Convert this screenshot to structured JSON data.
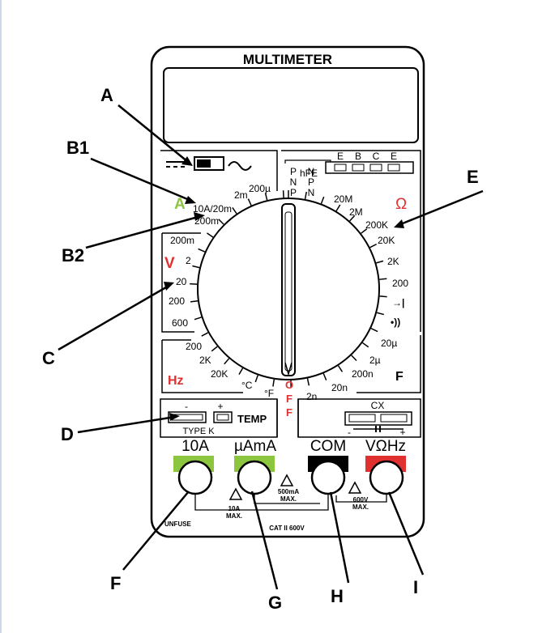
{
  "title": "MULTIMETER",
  "colors": {
    "green": "#8cc63f",
    "red": "#e03030",
    "black": "#000000",
    "body": "#ffffff"
  },
  "callouts": {
    "A": "A",
    "B1": "B1",
    "B2": "B2",
    "C": "C",
    "D": "D",
    "E": "E",
    "F_bottom": "F",
    "G": "G",
    "H": "H",
    "I": "I"
  },
  "dc_ac": {
    "dc_symbol": "—",
    "ac_symbol": "~"
  },
  "transistor": {
    "pnp": [
      "P",
      "N",
      "P"
    ],
    "npn": [
      "N",
      "P",
      "N"
    ],
    "hfe_label": "hFE",
    "pins": [
      "E",
      "B",
      "C",
      "E"
    ]
  },
  "amps": {
    "unit": "A",
    "ranges": [
      "10A/20m",
      "2m",
      "200µ",
      "200m"
    ]
  },
  "volts": {
    "unit": "V",
    "ranges": [
      "200m",
      "2",
      "20",
      "200",
      "600"
    ]
  },
  "ohms": {
    "unit": "Ω",
    "ranges": [
      "20M",
      "2M",
      "200K",
      "20K",
      "2K",
      "200"
    ]
  },
  "diode_symbol": "→|",
  "sound_symbol": "•))",
  "hz": {
    "unit": "Hz",
    "ranges": [
      "200",
      "2K",
      "20K"
    ]
  },
  "temp": {
    "celsius": "°C",
    "fahrenheit": "°F",
    "label": "TEMP",
    "type": "TYPE K",
    "minus": "-",
    "plus": "+"
  },
  "off_label": [
    "O",
    "F",
    "F"
  ],
  "cap": {
    "unit": "F",
    "ranges": [
      "20µ",
      "2µ",
      "200n",
      "20n",
      "2n"
    ],
    "cx_label": "CX",
    "minus": "-",
    "plus": "+"
  },
  "jacks": [
    {
      "label": "10A",
      "color": "#8cc63f"
    },
    {
      "label": "µAmA",
      "color": "#8cc63f"
    },
    {
      "label": "COM",
      "color": "#000000"
    },
    {
      "label": "VΩHz",
      "color": "#e03030"
    }
  ],
  "warnings": {
    "w1": [
      "10A",
      "MAX."
    ],
    "w2": [
      "500mA",
      "MAX."
    ],
    "w3": [
      "600V",
      "MAX."
    ],
    "unfuse": "UNFUSE",
    "cat": "CAT II 600V"
  }
}
